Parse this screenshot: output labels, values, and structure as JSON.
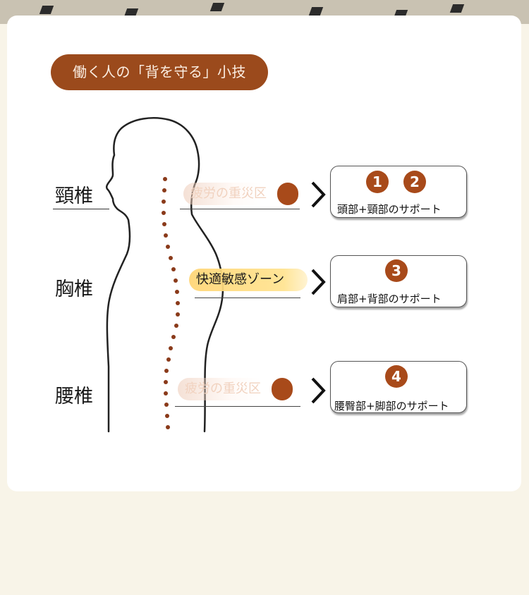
{
  "title": "働く人の「背を守る」小技",
  "regions": [
    {
      "label": "頸椎",
      "tag": "疲労の重災区",
      "tag_style": "faded",
      "numbers": [
        "1",
        "2"
      ],
      "support": "頭部+頸部のサポート"
    },
    {
      "label": "胸椎",
      "tag": "快適敏感ゾーン",
      "tag_style": "yellow",
      "numbers": [
        "3"
      ],
      "support": "肩部+背部のサポート"
    },
    {
      "label": "腰椎",
      "tag": "疲労の重災区",
      "tag_style": "faded",
      "numbers": [
        "4"
      ],
      "support": "腰臀部+脚部のサポート"
    }
  ],
  "colors": {
    "accent": "#a84a1a",
    "pill": "#9b4a1c",
    "highlight": "#ffd678",
    "background": "#f8f4e8"
  }
}
